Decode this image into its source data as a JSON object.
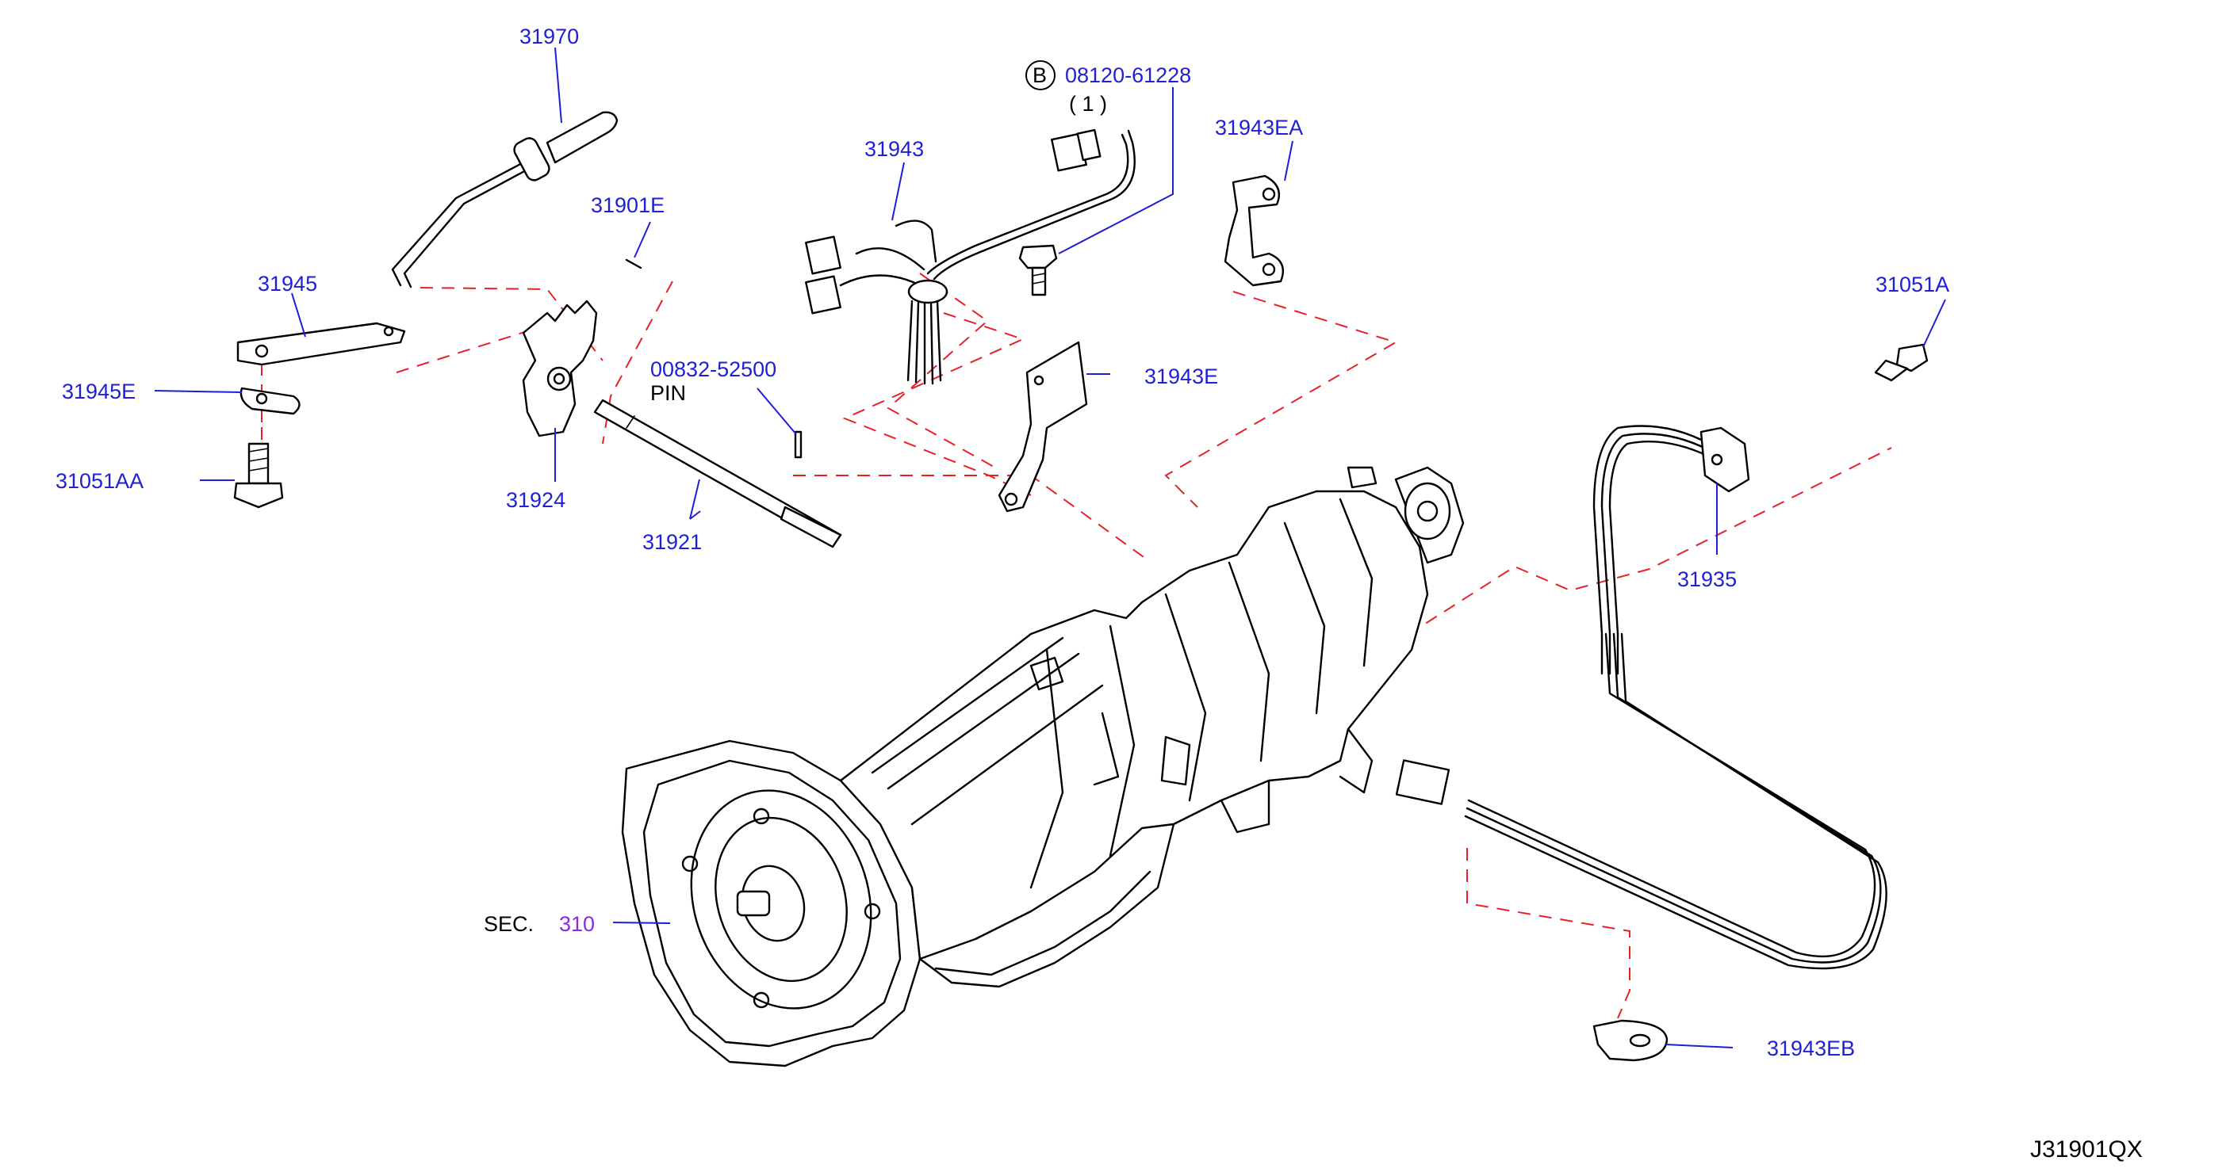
{
  "diagram": {
    "code": "J31901QX",
    "section_ref": {
      "prefix": "SEC.",
      "number": "310"
    },
    "bolt_marker": "B",
    "labels": {
      "p31970": "31970",
      "p31901e": "31901E",
      "p31945": "31945",
      "p31945e": "31945E",
      "p31051aa": "31051AA",
      "p31924": "31924",
      "p00832": "00832-52500",
      "pin": "PIN",
      "p31921": "31921",
      "p31943": "31943",
      "p08120": "08120-61228",
      "qty": "( 1 )",
      "p31943e": "31943E",
      "p31943ea": "31943EA",
      "p31051a": "31051A",
      "p31935": "31935",
      "p31943eb": "31943EB"
    }
  }
}
